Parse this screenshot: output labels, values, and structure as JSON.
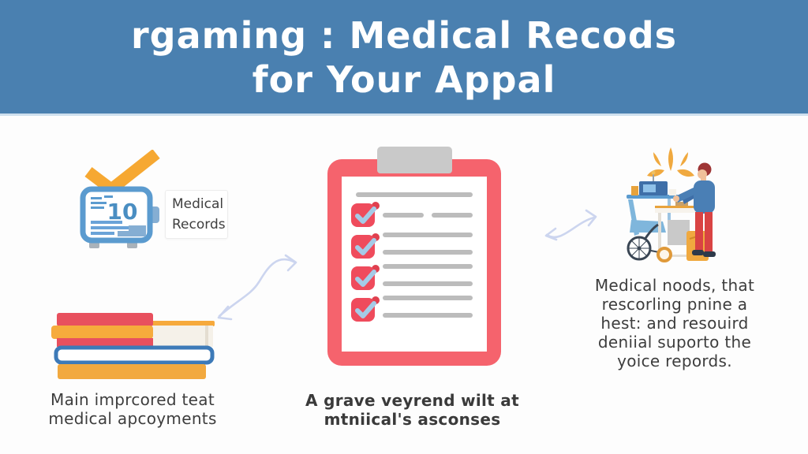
{
  "header": {
    "title_line1": "rgaming : Medical Recods",
    "title_line2": "for Your Appal"
  },
  "left": {
    "device_number": "10",
    "label_line1": "Medical",
    "label_line2": "Records",
    "caption_line1": "Main imprcored teat",
    "caption_line2": "medical apcoyments"
  },
  "center": {
    "caption_line1": "A grave veyrend wilt at",
    "caption_line2": "mtniical's asconses"
  },
  "right": {
    "caption_line1": "Medical noods, that",
    "caption_line2": "rescorling pnine a",
    "caption_line3": "hest: and resouird",
    "caption_line4": "deniial suporto the",
    "caption_line5": "yoice repords."
  },
  "icons": {
    "check": "check-icon",
    "device": "records-device-icon",
    "books": "books-stack-icon",
    "clipboard": "checklist-clipboard-icon",
    "arrow_left": "flow-arrow-left-icon",
    "arrow_right": "flow-arrow-right-icon",
    "sparkle": "sparkle-icon",
    "illustration": "caregiver-desk-illustration"
  },
  "colors": {
    "header_blue": "#4a80b0",
    "accent_orange": "#f5a93b",
    "clipboard_red": "#f5636d",
    "checkbox_red": "#ef4b5c",
    "book_red": "#e8505e",
    "device_blue": "#5b9bcf",
    "arrow_lavender": "#ccd5ef",
    "jacket_blue": "#4a7fb5",
    "pants_red": "#d94343",
    "text_dark": "#3d3d3d"
  }
}
